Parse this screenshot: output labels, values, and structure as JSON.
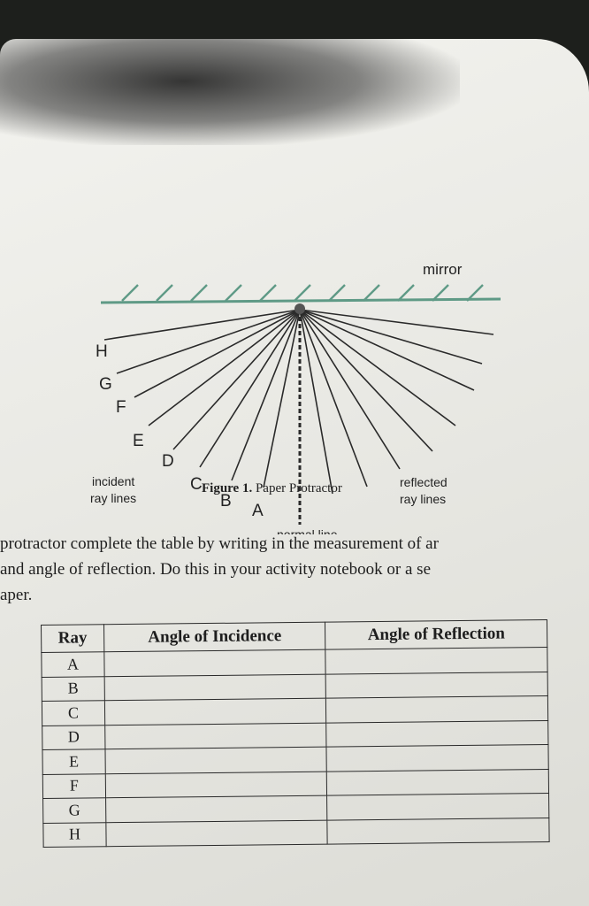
{
  "figure": {
    "mirror_label": "mirror",
    "incident_label_line1": "incident",
    "incident_label_line2": "ray lines",
    "reflected_label_line1": "reflected",
    "reflected_label_line2": "ray lines",
    "normal_label": "normal line",
    "ray_letters": [
      "H",
      "G",
      "F",
      "E",
      "D",
      "C",
      "B",
      "A"
    ],
    "caption_bold": "Figure 1.",
    "caption_text": "Paper Protractor",
    "colors": {
      "mirror": "#5f9a86",
      "ink": "#222222"
    }
  },
  "instructions": {
    "line1": "protractor complete the table by writing in the measurement of ar",
    "line2": " and angle of reflection. Do this in your activity notebook or a se",
    "line3": "aper."
  },
  "table": {
    "headers": [
      "Ray",
      "Angle of Incidence",
      "Angle of Reflection"
    ],
    "rows": [
      {
        "ray": "A",
        "incidence": "",
        "reflection": ""
      },
      {
        "ray": "B",
        "incidence": "",
        "reflection": ""
      },
      {
        "ray": "C",
        "incidence": "",
        "reflection": ""
      },
      {
        "ray": "D",
        "incidence": "",
        "reflection": ""
      },
      {
        "ray": "E",
        "incidence": "",
        "reflection": ""
      },
      {
        "ray": "F",
        "incidence": "",
        "reflection": ""
      },
      {
        "ray": "G",
        "incidence": "",
        "reflection": ""
      },
      {
        "ray": "H",
        "incidence": "",
        "reflection": ""
      }
    ]
  }
}
